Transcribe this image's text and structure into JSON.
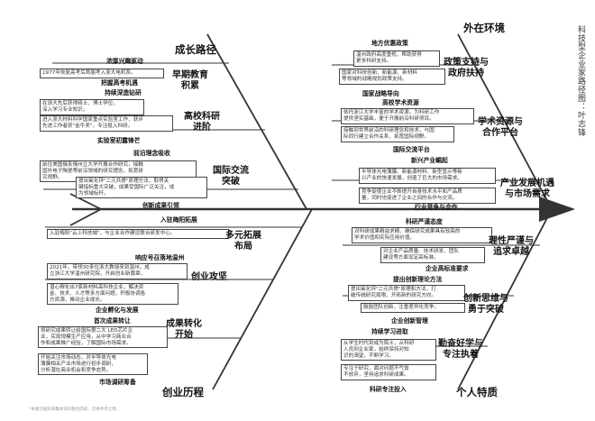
{
  "title": "科技型企业家路径图：叶志锋",
  "footnote": "*本图示据科研集体资料整合而成，仅供参考之用。",
  "heads": {
    "outer_env": "外在环境",
    "growth_path": "成长路径",
    "career": "创业历程",
    "personal": "个人特质"
  },
  "top_left": {
    "c1": {
      "title": "早期教育\n积累",
      "s1": "浓厚兴趣驱动",
      "d1": "1977年恢复高考后首届考入浙大电机系。",
      "s2": "把握高考机遇"
    },
    "c2": {
      "title": "高校科研\n进阶",
      "s1": "持续深造钻研",
      "d1": "在浙大先后获得硕士、博士学位，\n深入学习专业知识。",
      "d2": "进入浙大材料科学国家重点实验室工作，获评\n先进工作者获\"金牛奖\"，专注投入科研。",
      "s2": "实验室初露锋芒"
    },
    "c3": {
      "title": "国际交流\n突破",
      "s1": "前沿理念吸收",
      "d1": "前往美国俄亥俄州立大学开展合作研究，接触\n国外电子陶瓷等前沿领域的研究理念，拓宽研\n究视野。",
      "d2": "提出氧化锌\"二元共掺\"原理方法，取得关\n键指标重大突破，成果受国际广泛关注，成\n为领域标杆。",
      "s2": "创新成果引领"
    }
  },
  "top_right": {
    "c1": {
      "title": "政策支持与\n政府扶持",
      "s1": "地方优惠政策",
      "d1": "温州政府高度重视，帮助获得\n更多科研支持。",
      "d2": "国家对科技创新、新能源、新材料\n等领域的战略规划政策支持。",
      "s2": "国家战略导向"
    },
    "c2": {
      "title": "学术资源与\n合作平台",
      "s1": "高校学术资源",
      "d1": "依托浙江大学丰富的学术资源，为科研工作\n提供坚实基础，便于开展前沿科研项目。",
      "d2": "接触到世界前沿的科研理念和技术，与国\n际同行建立合作关系，拓宽国际视野。",
      "s2": "国际交流平台"
    },
    "c3": {
      "title": "产业发展机遇\n与市场需求",
      "s1": "新兴产业崛起",
      "d1": "半导体光电薄膜、新能源材料、新型显示等新\n兴产业的快速发展，创造了巨大的市场需求。",
      "d2": "竞争促使企业不断提升自身技术水平和产品质\n量，同时也促进了企业之间的合作与交流。",
      "s2": "行业竞争与合作"
    }
  },
  "bottom_left": {
    "c1": {
      "title": "多元拓展\n布局",
      "s1": "入驻梅阳拓展",
      "d1": "入驻梅阳\"云上科技城\"，与企业合作建设联合研发中心。"
    },
    "c2": {
      "title": "创业攻坚",
      "s1": "响应号召落地温州",
      "d1": "2021年，带领30多位浙大教授来到温州，成\n立浙江大学温州研究院，开启创业新篇章。",
      "d2": "潜心孵化出7家新材料高科技企业，解决资\n金、技术、人才等多方面问题，积极协调各\n方资源，推动企业成长。",
      "s2": "企业孵化与发展"
    },
    "c3": {
      "title": "成果转化\n开始",
      "s1": "首次成果转让",
      "d1": "将研究成果转让给国际第二大 LED芯片企\n业，实现规模生产应用，从中学习商业合\n作和成果推广经验，了解国际市场需求。",
      "d2": "开始关注市场动态，对半导体光电\n薄膜相关产业市场进行初步调研，\n分析潜在商业机会和竞争态势。",
      "s2": "市场调研筹备"
    }
  },
  "bottom_right": {
    "c1": {
      "title": "理性严谨与\n追求卓越",
      "s1": "科研严谨态度",
      "d1": "对科研成果精益求精，确保研究成果具有较高的\n学术价值和实际应用价值。",
      "d2": "对企业产品质量、技术研发、团队\n建设等方面设定高标准。",
      "s2": "企业高标准要求"
    },
    "c2": {
      "title": "创新思维与\n勇于突破",
      "s1": "提出创新理论方法",
      "d1": "提出氧化锌\"二元共掺\"原理和方法，打\n破传统研究局限，开拓新的研究方向。",
      "d2": "鼓励团队创新，注重差异化竞争。",
      "s2": "企业创新管理"
    },
    "c3": {
      "title": "勤奋好学与\n专注执着",
      "s1": "持续学习进取",
      "d1": "从学生时代到成为院士，从科研\n人员到企业家，始终保持对知\n识的渴望，不断学习。",
      "d2": "专注于研究，面对问题不气馁\n不放弃，坚持追求科研成果。",
      "s2": "科研专注投入"
    }
  }
}
